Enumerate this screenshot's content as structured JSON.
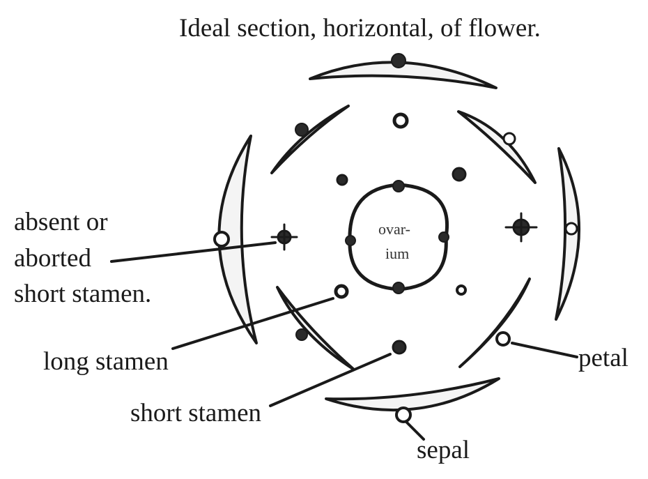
{
  "title": "Ideal section, horizontal, of flower.",
  "center": {
    "line1": "ovar-",
    "line2": "ium"
  },
  "labels": {
    "absent_line1": "absent or",
    "absent_line2": "aborted",
    "absent_line3": "short stamen.",
    "long_stamen": "long stamen",
    "short_stamen": "short stamen",
    "petal": "petal",
    "sepal": "sepal"
  },
  "colors": {
    "ink": "#1a1a1a",
    "background": "#ffffff"
  }
}
